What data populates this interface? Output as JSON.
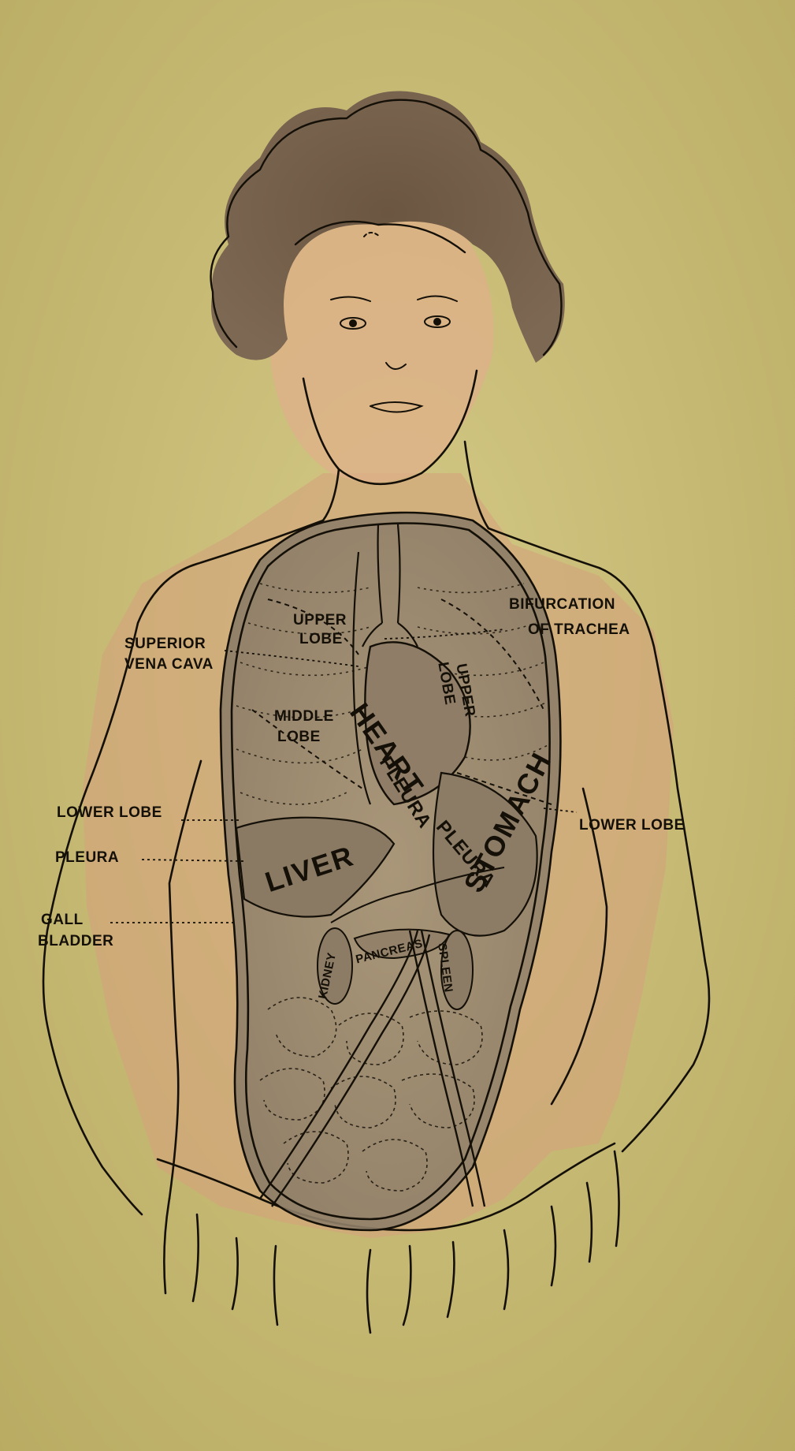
{
  "labels": {
    "superior_vena_cava_1": "SUPERIOR",
    "superior_vena_cava_2": "VENA CAVA",
    "upper_lobe_right_1": "UPPER",
    "upper_lobe_right_2": "LOBE",
    "middle_lobe_1": "MIDDLE",
    "middle_lobe_2": "LOBE",
    "lower_lobe_right": "LOWER LOBE",
    "pleura_right": "PLEURA",
    "gall_bladder_1": "GALL",
    "gall_bladder_2": "BLADDER",
    "bifurcation_1": "BIFURCATION",
    "bifurcation_2": "OF TRACHEA",
    "upper_lobe_left_1": "UPPER",
    "upper_lobe_left_2": "LOBE",
    "lower_lobe_left": "LOWER LOBE",
    "heart": "HEART",
    "pleura_heart": "PLEURA",
    "pleura_stomach": "PLEURA",
    "stomach": "STOMACH",
    "liver": "LIVER",
    "kidney": "KIDNEY",
    "pancreas": "PANCREAS",
    "spleen": "SPLEEN"
  },
  "colors": {
    "paper": "#c9bd75",
    "ink": "#141008",
    "skin": "#d9a77c",
    "hair": "#6e5a44",
    "organs": "#9a8a74"
  }
}
